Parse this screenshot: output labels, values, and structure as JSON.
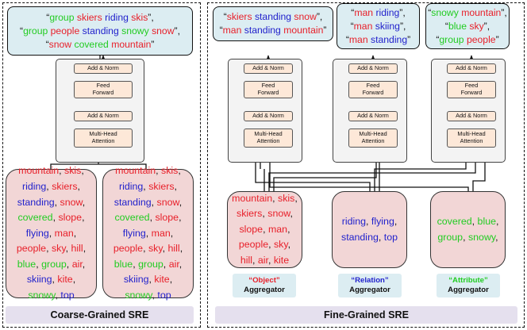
{
  "colors": {
    "red": "#e8202a",
    "blue": "#2222cc",
    "green": "#22cc22",
    "black": "#111111"
  },
  "coarse": {
    "output": [
      [
        [
          "“",
          ""
        ],
        [
          "group",
          "green"
        ],
        [
          " ",
          ""
        ],
        [
          "skiers",
          "red"
        ],
        [
          " ",
          ""
        ],
        [
          "riding",
          "blue"
        ],
        [
          " ",
          ""
        ],
        [
          "skis",
          "red"
        ],
        [
          "”,",
          ""
        ]
      ],
      [
        [
          "“",
          ""
        ],
        [
          "group",
          "green"
        ],
        [
          " ",
          ""
        ],
        [
          "people",
          "red"
        ],
        [
          " ",
          ""
        ],
        [
          "standing",
          "blue"
        ],
        [
          " ",
          ""
        ],
        [
          "snowy",
          "green"
        ],
        [
          " ",
          ""
        ],
        [
          "snow",
          "red"
        ],
        [
          "”,",
          ""
        ]
      ],
      [
        [
          "“",
          ""
        ],
        [
          "snow",
          "red"
        ],
        [
          " ",
          ""
        ],
        [
          "covered",
          "green"
        ],
        [
          " ",
          ""
        ],
        [
          "mountain",
          "red"
        ],
        [
          "”",
          ""
        ]
      ]
    ],
    "block": {
      "add_norm": "Add & Norm",
      "ff_line1": "Feed",
      "ff_line2": "Forward",
      "mha_line1": "Multi-Head",
      "mha_line2": "Attention"
    },
    "words_left": [
      [
        [
          "mountain",
          "red"
        ],
        [
          ", ",
          ""
        ],
        [
          "skis",
          "red"
        ],
        [
          ",",
          ""
        ]
      ],
      [
        [
          "riding",
          "blue"
        ],
        [
          ", ",
          ""
        ],
        [
          "skiers",
          "red"
        ],
        [
          ",",
          ""
        ]
      ],
      [
        [
          "standing",
          "blue"
        ],
        [
          ", ",
          ""
        ],
        [
          "snow",
          "red"
        ],
        [
          ",",
          ""
        ]
      ],
      [
        [
          "covered",
          "green"
        ],
        [
          ", ",
          ""
        ],
        [
          "slope",
          "red"
        ],
        [
          ",",
          ""
        ]
      ],
      [
        [
          "flying",
          "blue"
        ],
        [
          ", ",
          ""
        ],
        [
          "man",
          "red"
        ],
        [
          ",",
          ""
        ]
      ],
      [
        [
          "people",
          "red"
        ],
        [
          ", ",
          ""
        ],
        [
          "sky",
          "red"
        ],
        [
          ", ",
          ""
        ],
        [
          "hill",
          "red"
        ],
        [
          ",",
          ""
        ]
      ],
      [
        [
          "blue",
          "green"
        ],
        [
          ", ",
          ""
        ],
        [
          "group",
          "green"
        ],
        [
          ", ",
          ""
        ],
        [
          "air",
          "red"
        ],
        [
          ",",
          ""
        ]
      ],
      [
        [
          "skiing",
          "blue"
        ],
        [
          ", ",
          ""
        ],
        [
          "kite",
          "red"
        ],
        [
          ",",
          ""
        ]
      ],
      [
        [
          "snowy",
          "green"
        ],
        [
          ", ",
          ""
        ],
        [
          "top",
          "blue"
        ]
      ]
    ],
    "words_right": [
      [
        [
          "mountain",
          "red"
        ],
        [
          ", ",
          ""
        ],
        [
          "skis",
          "red"
        ],
        [
          ",",
          ""
        ]
      ],
      [
        [
          "riding",
          "blue"
        ],
        [
          ", ",
          ""
        ],
        [
          "skiers",
          "red"
        ],
        [
          ",",
          ""
        ]
      ],
      [
        [
          "standing",
          "blue"
        ],
        [
          ", ",
          ""
        ],
        [
          "snow",
          "red"
        ],
        [
          ",",
          ""
        ]
      ],
      [
        [
          "covered",
          "green"
        ],
        [
          ", ",
          ""
        ],
        [
          "slope",
          "red"
        ],
        [
          ",",
          ""
        ]
      ],
      [
        [
          "flying",
          "blue"
        ],
        [
          ", ",
          ""
        ],
        [
          "man",
          "red"
        ],
        [
          ",",
          ""
        ]
      ],
      [
        [
          "people",
          "red"
        ],
        [
          ", ",
          ""
        ],
        [
          "sky",
          "red"
        ],
        [
          ", ",
          ""
        ],
        [
          "hill",
          "red"
        ],
        [
          ",",
          ""
        ]
      ],
      [
        [
          "blue",
          "green"
        ],
        [
          ", ",
          ""
        ],
        [
          "group",
          "green"
        ],
        [
          ", ",
          ""
        ],
        [
          "air",
          "red"
        ],
        [
          ",",
          ""
        ]
      ],
      [
        [
          "skiing",
          "blue"
        ],
        [
          ", ",
          ""
        ],
        [
          "kite",
          "red"
        ],
        [
          ",",
          ""
        ]
      ],
      [
        [
          "snowy",
          "green"
        ],
        [
          ", ",
          ""
        ],
        [
          "top",
          "blue"
        ]
      ]
    ],
    "title": "Coarse-Grained SRE"
  },
  "fine": {
    "object_output": [
      [
        [
          "“",
          ""
        ],
        [
          "skiers",
          "red"
        ],
        [
          " ",
          ""
        ],
        [
          "standing",
          "blue"
        ],
        [
          " ",
          ""
        ],
        [
          "snow",
          "red"
        ],
        [
          "”,",
          ""
        ]
      ],
      [
        [
          "“",
          ""
        ],
        [
          "man",
          "red"
        ],
        [
          " ",
          ""
        ],
        [
          "standing",
          "blue"
        ],
        [
          " ",
          ""
        ],
        [
          "mountain",
          "red"
        ],
        [
          "”",
          ""
        ]
      ]
    ],
    "relation_output": [
      [
        [
          "“",
          ""
        ],
        [
          "man",
          "red"
        ],
        [
          " ",
          ""
        ],
        [
          "riding",
          "blue"
        ],
        [
          "”,",
          ""
        ]
      ],
      [
        [
          "“",
          ""
        ],
        [
          "man",
          "red"
        ],
        [
          " ",
          ""
        ],
        [
          "skiing",
          "blue"
        ],
        [
          "”,",
          ""
        ]
      ],
      [
        [
          "“",
          ""
        ],
        [
          "man",
          "red"
        ],
        [
          " ",
          ""
        ],
        [
          "standing",
          "blue"
        ],
        [
          "”",
          ""
        ]
      ]
    ],
    "attribute_output": [
      [
        [
          "“",
          ""
        ],
        [
          "snowy",
          "green"
        ],
        [
          " ",
          ""
        ],
        [
          "mountain",
          "red"
        ],
        [
          "”,",
          ""
        ]
      ],
      [
        [
          "“",
          ""
        ],
        [
          "blue",
          "green"
        ],
        [
          " ",
          ""
        ],
        [
          "sky",
          "red"
        ],
        [
          "”,",
          ""
        ]
      ],
      [
        [
          "“",
          ""
        ],
        [
          "group",
          "green"
        ],
        [
          " ",
          ""
        ],
        [
          "people",
          "red"
        ],
        [
          "”",
          ""
        ]
      ]
    ],
    "object_words": [
      [
        [
          "mountain",
          "red"
        ],
        [
          ", ",
          ""
        ],
        [
          "skis",
          "red"
        ],
        [
          ",",
          ""
        ]
      ],
      [
        [
          "skiers",
          "red"
        ],
        [
          ", ",
          ""
        ],
        [
          "snow",
          "red"
        ],
        [
          ",",
          ""
        ]
      ],
      [
        [
          "slope",
          "red"
        ],
        [
          ", ",
          ""
        ],
        [
          "man",
          "red"
        ],
        [
          ",",
          ""
        ]
      ],
      [
        [
          "people",
          "red"
        ],
        [
          ", ",
          ""
        ],
        [
          "sky",
          "red"
        ],
        [
          ",",
          ""
        ]
      ],
      [
        [
          "hill",
          "red"
        ],
        [
          ", ",
          ""
        ],
        [
          "air",
          "red"
        ],
        [
          ", ",
          ""
        ],
        [
          "kite",
          "red"
        ]
      ]
    ],
    "relation_words": [
      [
        [
          "riding",
          "blue"
        ],
        [
          ", ",
          ""
        ],
        [
          "flying",
          "blue"
        ],
        [
          ",",
          ""
        ]
      ],
      [
        [
          "standing",
          "blue"
        ],
        [
          ", ",
          ""
        ],
        [
          "top",
          "blue"
        ]
      ]
    ],
    "attribute_words": [
      [
        [
          "covered",
          "green"
        ],
        [
          ", ",
          ""
        ],
        [
          "blue",
          "green"
        ],
        [
          ",",
          ""
        ]
      ],
      [
        [
          "group",
          "green"
        ],
        [
          ", ",
          ""
        ],
        [
          "snowy",
          "green"
        ],
        [
          ",",
          ""
        ]
      ]
    ],
    "object_agg": {
      "q1": "“",
      "kw": "Object",
      "q2": "”",
      "word": "Aggregator"
    },
    "relation_agg": {
      "q1": "“",
      "kw": "Relation",
      "q2": "”",
      "word": "Aggregator"
    },
    "attribute_agg": {
      "q1": "“",
      "kw": "Attribute",
      "q2": "”",
      "word": "Aggregator"
    },
    "title": "Fine-Grained SRE"
  }
}
